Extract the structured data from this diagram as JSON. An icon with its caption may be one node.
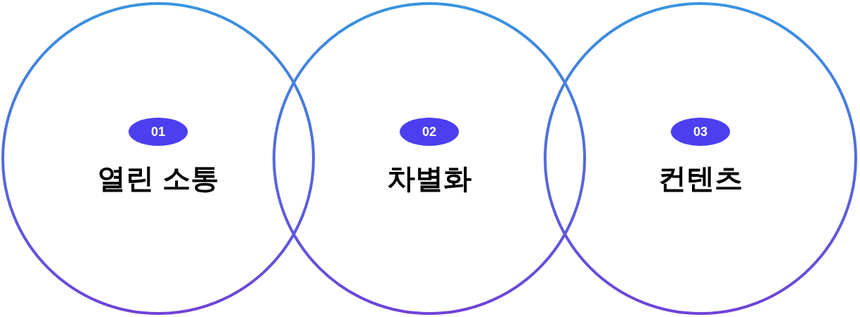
{
  "diagram": {
    "nodes": [
      {
        "text": [
          "열린 소통"
        ]
      },
      {
        "text": [
          "01"
        ],
        "in": 0
      },
      {
        "text": [
          "차별화"
        ]
      },
      {
        "text": [
          "02"
        ],
        "in": 2
      },
      {
        "text": [
          "컨텐츠"
        ]
      },
      {
        "text": [
          "03"
        ],
        "in": 4
      }
    ]
  }
}
